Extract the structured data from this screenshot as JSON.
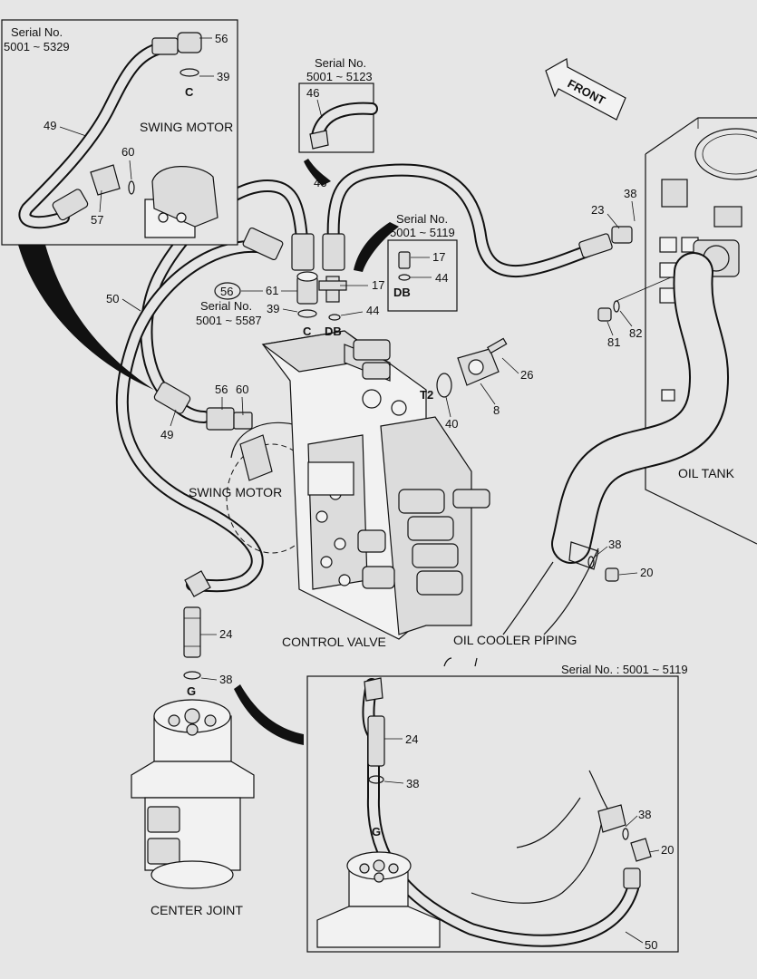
{
  "inset_swing": {
    "serial_label": "Serial No.",
    "serial_range": "5001 ~ 5329",
    "callouts": [
      "56",
      "39",
      "49",
      "60",
      "57"
    ],
    "port": "C",
    "component": "SWING MOTOR"
  },
  "inset_46": {
    "serial_label": "Serial No.",
    "serial_range": "5001 ~ 5123",
    "callout": "46"
  },
  "inset_17": {
    "serial_label": "Serial No.",
    "serial_range": "5001 ~ 5119",
    "callouts": [
      "17",
      "44"
    ],
    "port": "DB"
  },
  "inset_bottom": {
    "serial_text": "Serial No. : 5001 ~ 5119",
    "callouts": [
      "24",
      "38",
      "38",
      "20",
      "50"
    ],
    "port": "G"
  },
  "front_label": "FRONT",
  "main": {
    "serial_label": "Serial No.",
    "serial_range": "5001 ~ 5587",
    "circled_callout": "56",
    "callouts": {
      "c46": "46",
      "c61": "61",
      "c17": "17",
      "c39": "39",
      "c44": "44",
      "c50": "50",
      "c56": "56",
      "c60": "60",
      "c49": "49",
      "c23": "23",
      "c38a": "38",
      "c81": "81",
      "c82": "82",
      "c26": "26",
      "c8": "8",
      "c40": "40",
      "c38b": "38",
      "c20": "20",
      "c24": "24",
      "c38c": "38"
    },
    "ports": {
      "C": "C",
      "DB": "DB",
      "T2": "T2",
      "G": "G"
    },
    "components": {
      "oil_tank": "OIL TANK",
      "swing_motor": "SWING MOTOR",
      "control_valve": "CONTROL VALVE",
      "oil_cooler_piping": "OIL COOLER PIPING",
      "center_joint": "CENTER JOINT"
    }
  }
}
